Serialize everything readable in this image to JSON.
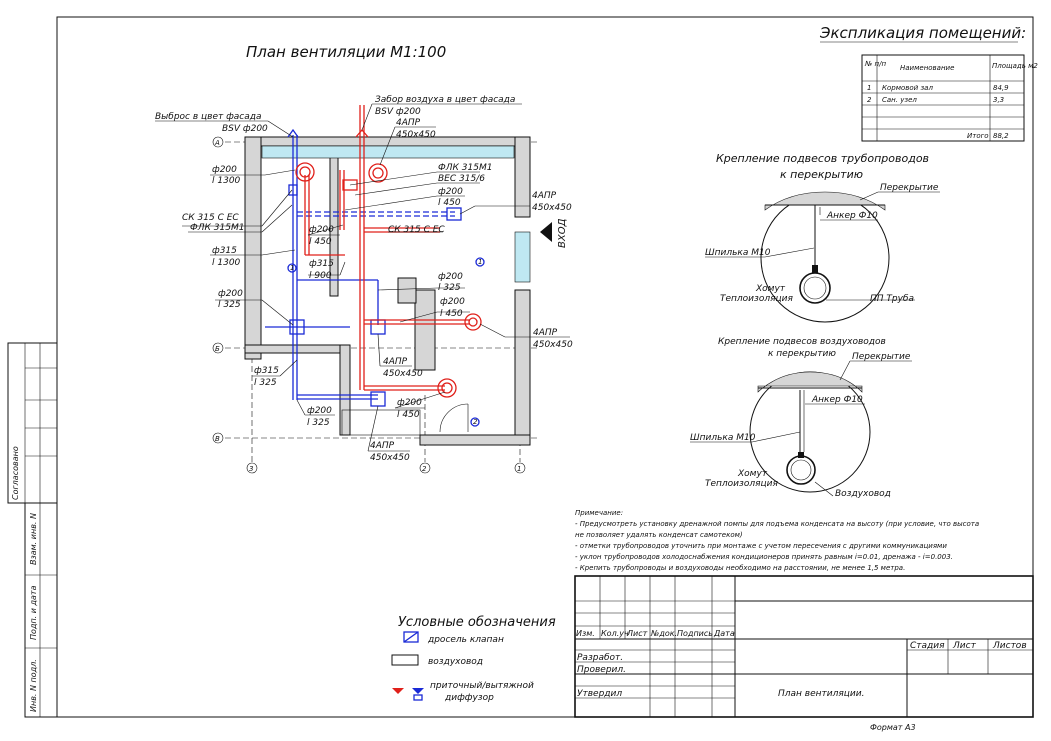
{
  "plan": {
    "title": "План вентиляции М1:100",
    "labels": {
      "vybros": "Выброс в цвет фасада",
      "bsv1": "BSV ф200",
      "zabor": "Забор воздуха в цвет фасада",
      "bsv2": "BSV ф200",
      "apr1a": "4АПР",
      "apr1b": "450х450",
      "flk1": "ФЛК 315М1",
      "vec1": "ВЕС 315/6",
      "d200a": "ф200",
      "l1300a": "l 1300",
      "d200b": "ф200",
      "l450a": "l 450",
      "ck1": "СК 315 С ЕС",
      "flk2": "ФЛК 315М1",
      "d200c": "ф200",
      "l450b": "l 450",
      "ck2": "СК 315 С ЕС",
      "apr2a": "4АПР",
      "apr2b": "450х450",
      "vhod": "ВХОД",
      "d315a": "ф315",
      "l1300b": "l 1300",
      "d315b": "ф315",
      "l900": "l 900",
      "d200d": "ф200",
      "l325a": "l 325",
      "d200e": "ф200",
      "l325b": "l 325",
      "d200f": "ф200",
      "l450c": "l 450",
      "apr3a": "4АПР",
      "apr3b": "450х450",
      "apr4a": "4АПР",
      "apr4b": "450х450",
      "d315c": "ф315",
      "l325c": "l 325",
      "d200g": "ф200",
      "l325d": "l 325",
      "d200h": "ф200",
      "l450d": "l 450",
      "apr5a": "4АПР",
      "apr5b": "450х450",
      "axis_a": "А",
      "axis_b": "Б",
      "axis_v": "В",
      "axis_1": "1",
      "axis_2": "2",
      "axis_3": "3",
      "room1": "1",
      "room1b": "1",
      "room2": "2"
    }
  },
  "explication": {
    "title": "Экспликация помещений:",
    "headers": [
      "№ п/п",
      "Наименование",
      "Площадь м2"
    ],
    "rows": [
      [
        "1",
        "Кормовой зал",
        "84,9"
      ],
      [
        "2",
        "Сан. узел",
        "3,3"
      ],
      [
        "",
        "",
        ""
      ],
      [
        "",
        "",
        ""
      ]
    ],
    "total_label": "Итого",
    "total_value": "88,2"
  },
  "pipe_detail": {
    "title1": "Крепление подвесов трубопроводов",
    "title2": "к перекрытию",
    "perekrytie": "Перекрытие",
    "anker": "Анкер Ф10",
    "shpilka": "Шпилька М10",
    "homut": "Хомут",
    "teplo": "Теплоизоляция",
    "truba": "ПП Труба"
  },
  "duct_detail": {
    "title1": "Крепление подвесов воздуховодов",
    "title2": "к перекрытию",
    "perekrytie": "Перекрытие",
    "anker": "Анкер Ф10",
    "shpilka": "Шпилька М10",
    "homut": "Хомут",
    "teplo": "Теплоизоляция",
    "vozduhovod": "Воздуховод"
  },
  "notes": {
    "heading": "Примечание:",
    "lines": [
      "- Предусмотреть установку дренажной помпы для подъема конденсата на высоту (при условие, что высота",
      "не позволяет удалять конденсат самотеком)",
      "- отметки трубопроводов уточнить при монтаже с учетом пересечения с другими коммуникациями",
      "- уклон трубопроводов холодоснабжения кондиционеров принять равным i=0.01, дренажа - i=0.003.",
      "- Крепить трубопроводы  и воздуховоды необходимо на расстоянии, не менее 1,5 метра."
    ]
  },
  "legend": {
    "title": "Условные обозначения",
    "items": [
      "дросель клапан",
      "воздуховод",
      "приточный/вытяжной",
      "диффузор"
    ]
  },
  "stamp": {
    "headers": [
      "Изм.",
      "Кол.уч",
      "Лист",
      "№док.",
      "Подпись",
      "Дата"
    ],
    "roles": [
      "Разработ.",
      "Проверил.",
      "",
      "Утвердил"
    ],
    "stage_headers": [
      "Стадия",
      "Лист",
      "Листов"
    ],
    "name": "План вентиляции.",
    "format": "Формат А3"
  },
  "side": {
    "soglasovano": "Согласовано",
    "vzam": "Взам. инв. N",
    "podp": "Подп. и дата",
    "inv": "Инв. N подл."
  }
}
